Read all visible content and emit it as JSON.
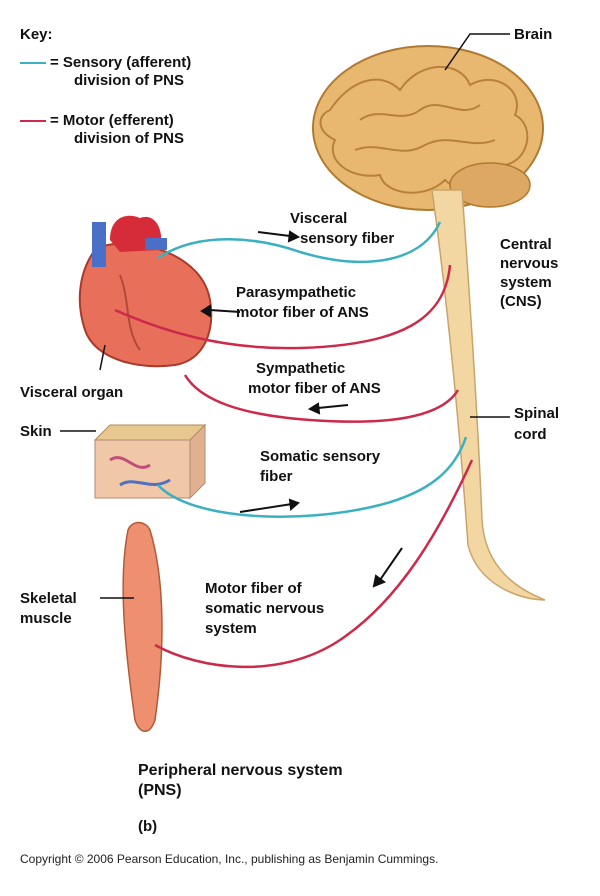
{
  "key": {
    "title": "Key:",
    "items": [
      {
        "label": "= Sensory (afferent) division of PNS",
        "line1": "= Sensory (afferent)",
        "line2": "division of PNS",
        "color": "#3ab0c0"
      },
      {
        "label": "= Motor (efferent) division of PNS",
        "line1": "= Motor (efferent)",
        "line2": "division of PNS",
        "color": "#cc2a4a"
      }
    ]
  },
  "labels": {
    "brain": "Brain",
    "cns_1": "Central",
    "cns_2": "nervous",
    "cns_3": "system",
    "cns_4": "(CNS)",
    "spinal_1": "Spinal",
    "spinal_2": "cord",
    "visceral_organ": "Visceral organ",
    "skin": "Skin",
    "skeletal_1": "Skeletal",
    "skeletal_2": "muscle",
    "visceral_sensory_1": "Visceral",
    "visceral_sensory_2": "sensory fiber",
    "parasym_1": "Parasympathetic",
    "parasym_2": "motor fiber of ANS",
    "sym_1": "Sympathetic",
    "sym_2": "motor fiber of ANS",
    "somatic_sensory_1": "Somatic sensory",
    "somatic_sensory_2": "fiber",
    "motor_somatic_1": "Motor fiber of",
    "motor_somatic_2": "somatic nervous",
    "motor_somatic_3": "system",
    "pns_1": "Peripheral nervous system",
    "pns_2": "(PNS)",
    "panel": "(b)"
  },
  "copyright": "Copyright © 2006 Pearson Education, Inc., publishing as Benjamin Cummings.",
  "colors": {
    "sensory": "#3ab0c0",
    "motor": "#cc2a4a",
    "brain": "#e8b870",
    "cord": "#f3d7a2",
    "heart": "#e8705a",
    "muscle": "#ee9070",
    "skin": "#f0c8a8"
  }
}
